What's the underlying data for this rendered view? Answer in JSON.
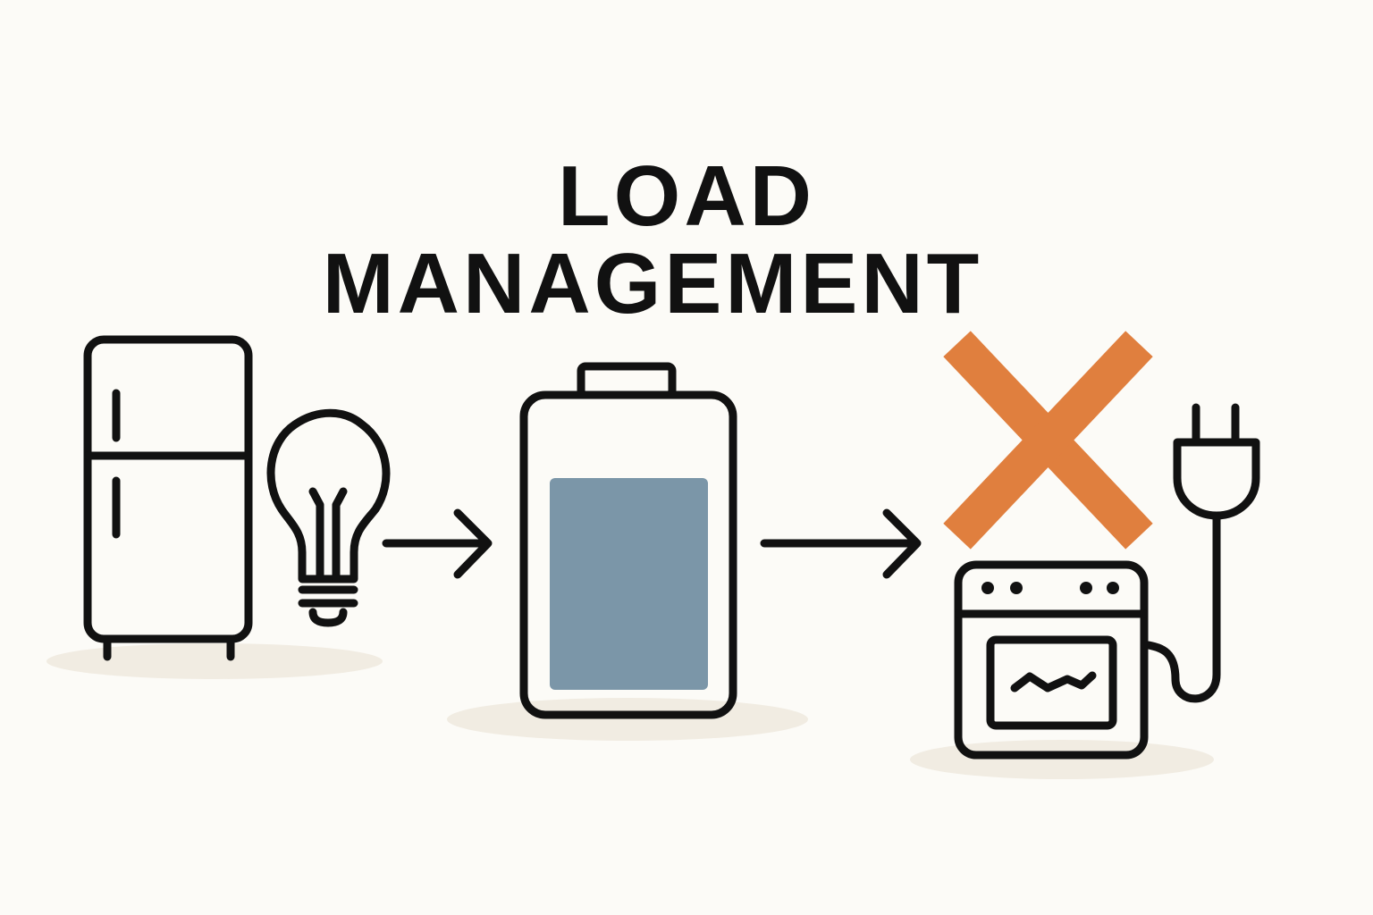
{
  "title": {
    "line1": "LOAD",
    "line2": "MANAGEMENT"
  },
  "colors": {
    "background": "#fcfbf7",
    "battery_fill": "#7b96a8",
    "cross": "#e07f3e",
    "shadow": "#f1ece2",
    "stroke": "#111111"
  },
  "icons": [
    "refrigerator-icon",
    "light-bulb-icon",
    "arrow-right-icon",
    "battery-icon",
    "arrow-right-icon",
    "cross-icon",
    "oven-icon",
    "plug-icon"
  ],
  "battery": {
    "charge_level": 0.75
  }
}
